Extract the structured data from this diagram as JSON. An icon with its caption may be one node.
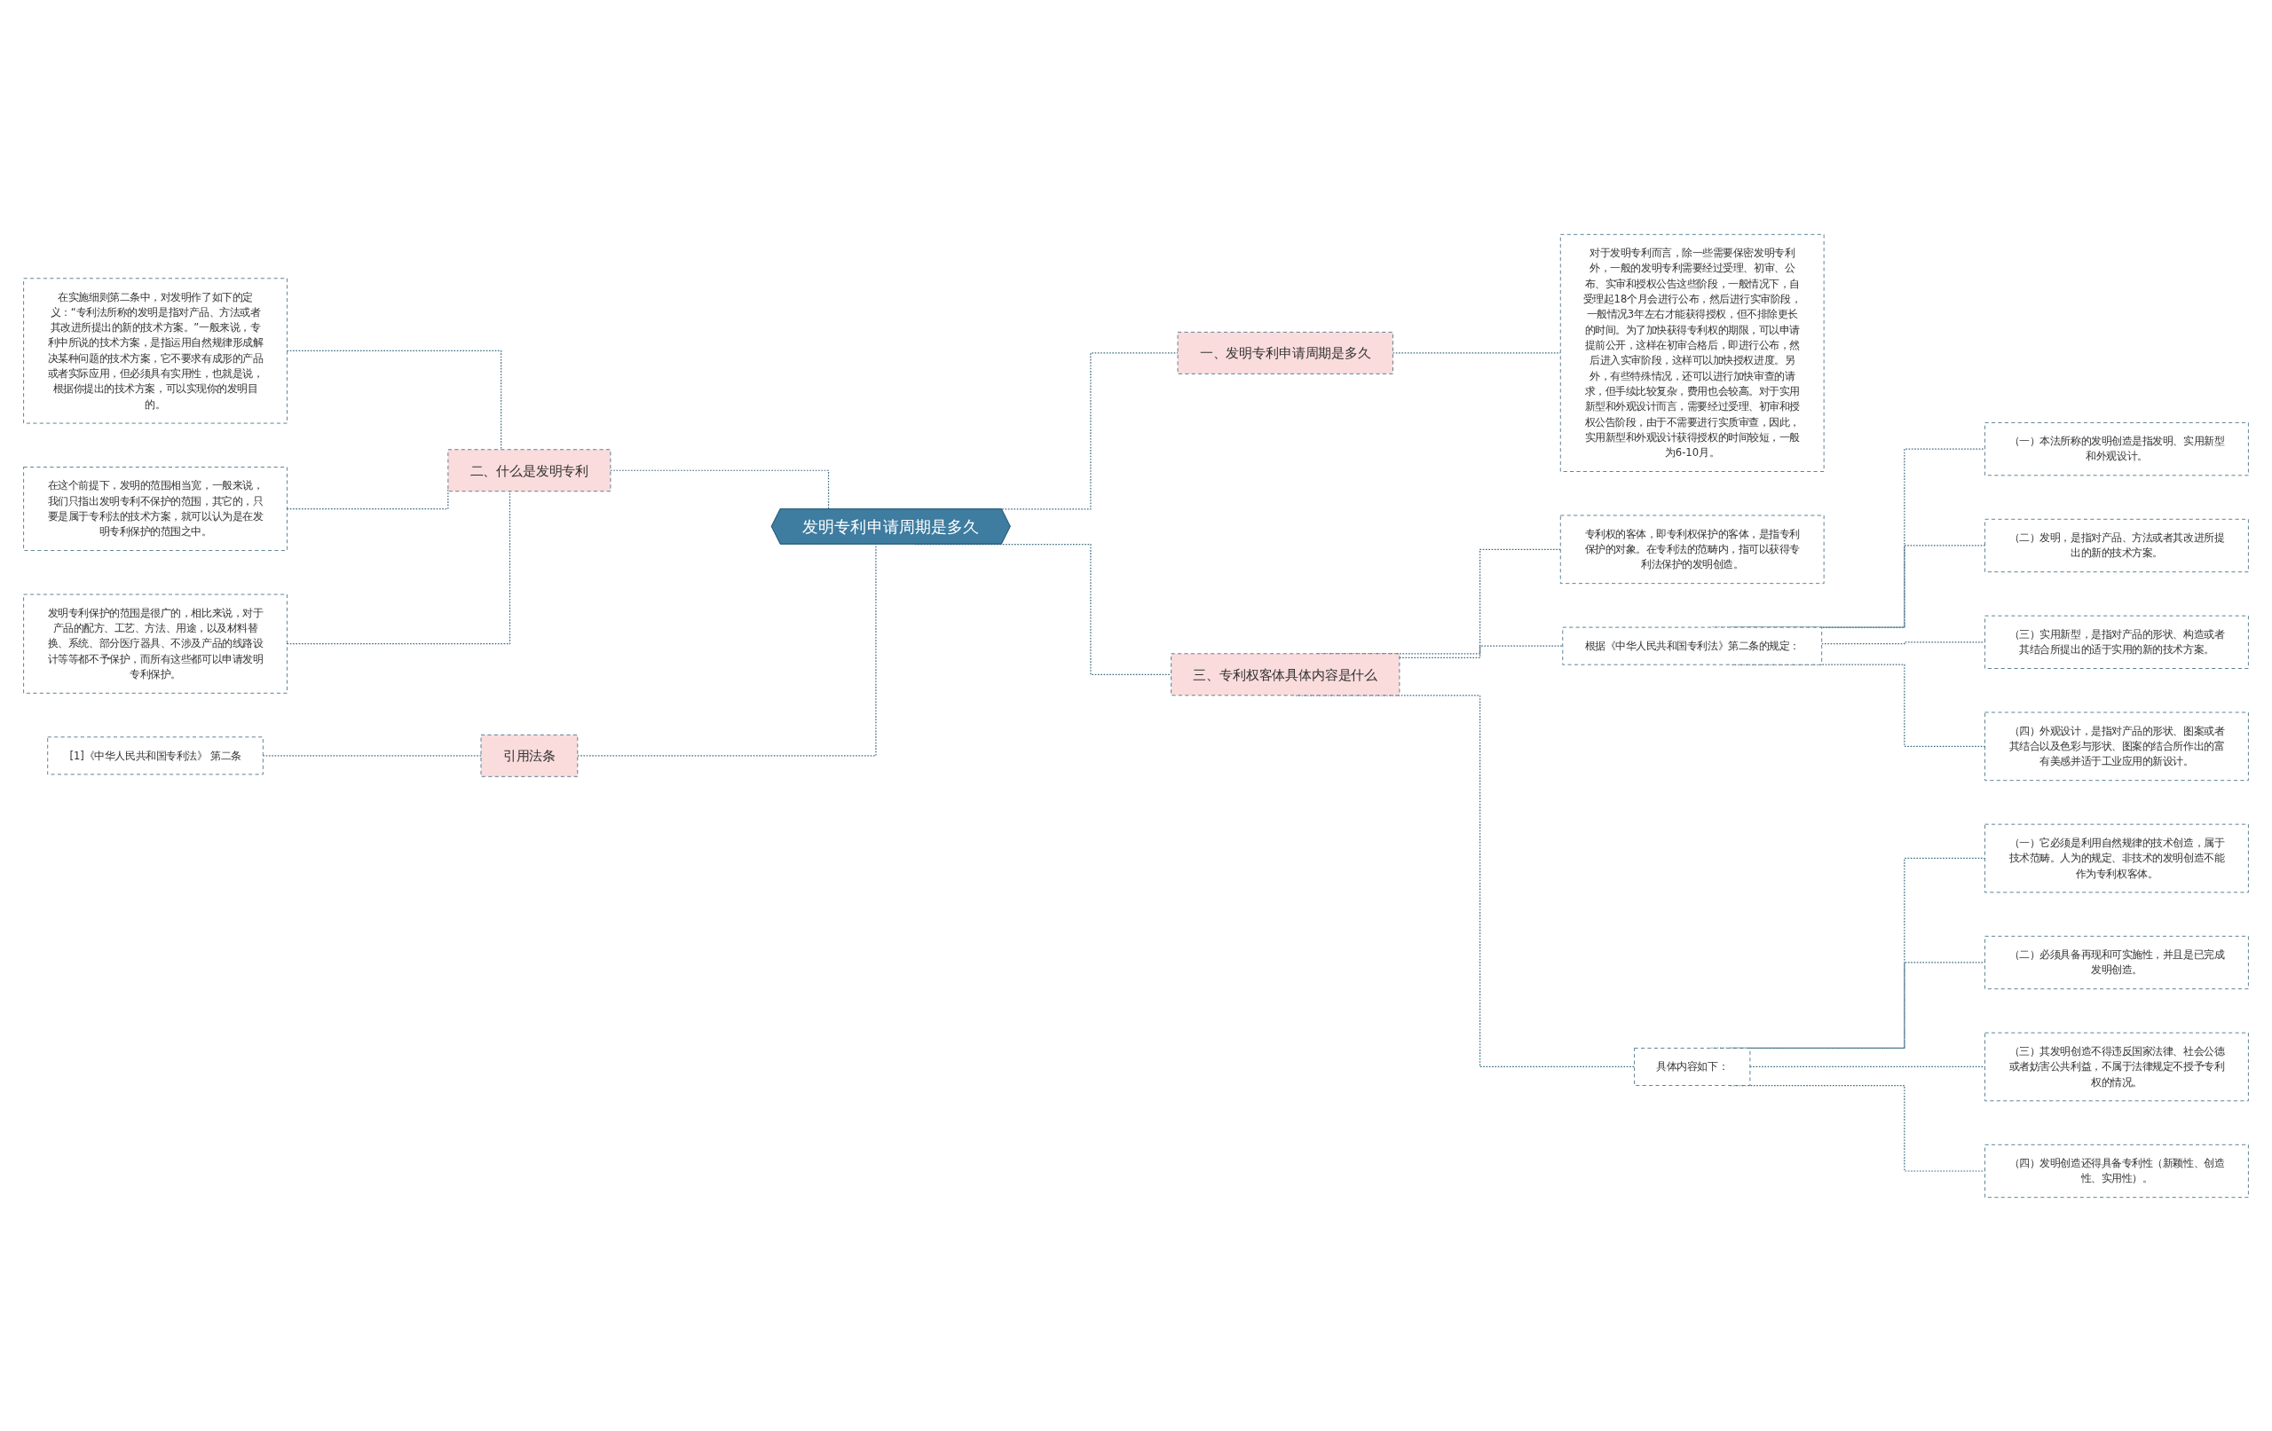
{
  "diagram": {
    "nodes": [
      {
        "text": [
          "发明专利申请周期是多久"
        ]
      },
      {
        "text": [
          "一、发明专利申请周期是多久"
        ]
      },
      {
        "text": [
          "对于发明专利而言，除一些需要保密发明专利外，一般的发明专利需要经过受理、初审、公布、实审和授权公告这些阶段，一般情况下，自受理起18个月会进行公布，然后进行实审阶段，一般情况3年左右才能获得授权，但不排除更长的时间。为了加快获得专利权的期限，可以申请提前公开，这样在初审合格后，即进行公布，然后进入实审阶段，这样可以加快授权进度。另外，有些特殊情况，还可以进行加快审查的请求，但手续比较复杂，费用也会较高。对于实用新型和外观设计而言，需要经过受理、初审和授权公告阶段，由于不需要进行实质审查，因此，实用新型和外观设计获得授权的时间较短，一般为6-10月。"
        ]
      },
      {
        "text": [
          "三、专利权客体具体内容是什么"
        ]
      },
      {
        "text": [
          "专利权的客体，即专利权保护的客体，是指专利保护的对象。在专利法的范畴内，指可以获得专利法保护的发明创造。"
        ]
      },
      {
        "text": [
          "根据《中华人民共和国专利法》第二条的规定："
        ]
      },
      {
        "text": [
          "（一）本法所称的发明创造是指发明、实用新型和外观设计。"
        ]
      },
      {
        "text": [
          "（二）发明，是指对产品、方法或者其改进所提出的新的技术方案。"
        ]
      },
      {
        "text": [
          "（三）实用新型，是指对产品的形状、构造或者其结合所提出的适于实用的新的技术方案。"
        ]
      },
      {
        "text": [
          "（四）外观设计，是指对产品的形状、图案或者其结合以及色彩与形状、图案的结合所作出的富有美感并适于工业应用的新设计。"
        ]
      },
      {
        "text": [
          "具体内容如下："
        ]
      },
      {
        "text": [
          "（一）它必须是利用自然规律的技术创造，属于技术范畴。人为的规定、非技术的发明创造不能作为专利权客体。"
        ]
      },
      {
        "text": [
          "（二）必须具备再现和可实施性，并且是已完成发明创造。"
        ]
      },
      {
        "text": [
          "（三）其发明创造不得违反国家法律、社会公德或者妨害公共利益，不属于法律规定不授予专利权的情况。"
        ]
      },
      {
        "text": [
          "（四）发明创造还得具备专利性（新颖性、创造性、实用性）。"
        ]
      },
      {
        "text": [
          "二、什么是发明专利"
        ]
      },
      {
        "text": [
          "在实施细则第二条中，对发明作了如下的定义：“专利法所称的发明是指对产品、方法或者其改进所提出的新的技术方案。”一般来说，专利中所说的技术方案，是指运用自然规律形成解决某种问题的技术方案，它不要求有成形的产品或者实际应用，但必须具有实用性，也就是说，根据你提出的技术方案，可以实现你的发明目的。"
        ]
      },
      {
        "text": [
          "在这个前提下，发明的范围相当宽，一般来说，我们只指出发明专利不保护的范围，其它的，只要是属于专利法的技术方案，就可以认为是在发明专利保护的范围之中。"
        ]
      },
      {
        "text": [
          "发明专利保护的范围是很广的，相比来说，对于产品的配方、工艺、方法、用途，以及材料替换、系统、部分医疗器具、不涉及产品的线路设计等等都不予保护，而所有这些都可以申请发明专利保护。"
        ]
      },
      {
        "text": [
          "引用法条"
        ]
      },
      {
        "text": [
          "[1]《中华人民共和国专利法》 第二条"
        ]
      }
    ],
    "edges": [
      {
        "from": 0,
        "to": 1,
        "arrow": "none",
        "style": "dashed"
      },
      {
        "from": 1,
        "to": 2,
        "arrow": "none",
        "style": "dashed"
      },
      {
        "from": 0,
        "to": 3,
        "arrow": "none",
        "style": "dashed"
      },
      {
        "from": 3,
        "to": 4,
        "arrow": "none",
        "style": "dashed"
      },
      {
        "from": 3,
        "to": 5,
        "arrow": "none",
        "style": "dashed"
      },
      {
        "from": 5,
        "to": 6,
        "arrow": "none",
        "style": "dashed"
      },
      {
        "from": 5,
        "to": 7,
        "arrow": "none",
        "style": "dashed"
      },
      {
        "from": 5,
        "to": 8,
        "arrow": "none",
        "style": "dashed"
      },
      {
        "from": 5,
        "to": 9,
        "arrow": "none",
        "style": "dashed"
      },
      {
        "from": 3,
        "to": 10,
        "arrow": "none",
        "style": "dashed"
      },
      {
        "from": 10,
        "to": 11,
        "arrow": "none",
        "style": "dashed"
      },
      {
        "from": 10,
        "to": 12,
        "arrow": "none",
        "style": "dashed"
      },
      {
        "from": 10,
        "to": 13,
        "arrow": "none",
        "style": "dashed"
      },
      {
        "from": 10,
        "to": 14,
        "arrow": "none",
        "style": "dashed"
      },
      {
        "from": 15,
        "to": 0,
        "arrow": "none",
        "style": "dashed"
      },
      {
        "from": 16,
        "to": 15,
        "arrow": "none",
        "style": "dashed"
      },
      {
        "from": 17,
        "to": 15,
        "arrow": "none",
        "style": "dashed"
      },
      {
        "from": 18,
        "to": 15,
        "arrow": "none",
        "style": "dashed"
      },
      {
        "from": 19,
        "to": 0,
        "arrow": "none",
        "style": "dashed"
      },
      {
        "from": 20,
        "to": 19,
        "arrow": "none",
        "style": "dashed"
      }
    ]
  }
}
